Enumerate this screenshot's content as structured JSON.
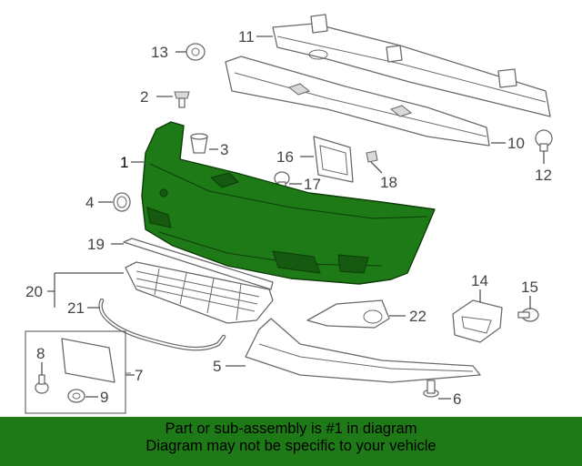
{
  "labels": {
    "p1": "1",
    "p2": "2",
    "p3": "3",
    "p4": "4",
    "p5": "5",
    "p6": "6",
    "p7": "7",
    "p8": "8",
    "p9": "9",
    "p10": "10",
    "p11": "11",
    "p12": "12",
    "p13": "13",
    "p14": "14",
    "p15": "15",
    "p16": "16",
    "p17": "17",
    "p18": "18",
    "p19": "19",
    "p20": "20",
    "p21": "21",
    "p22": "22"
  },
  "footer": {
    "line1": "Part or sub-assembly is #1 in diagram",
    "line2": "Diagram may not be specific to your vehicle"
  },
  "colors": {
    "highlight": "#1e7a17",
    "banner": "#1e7a17"
  }
}
